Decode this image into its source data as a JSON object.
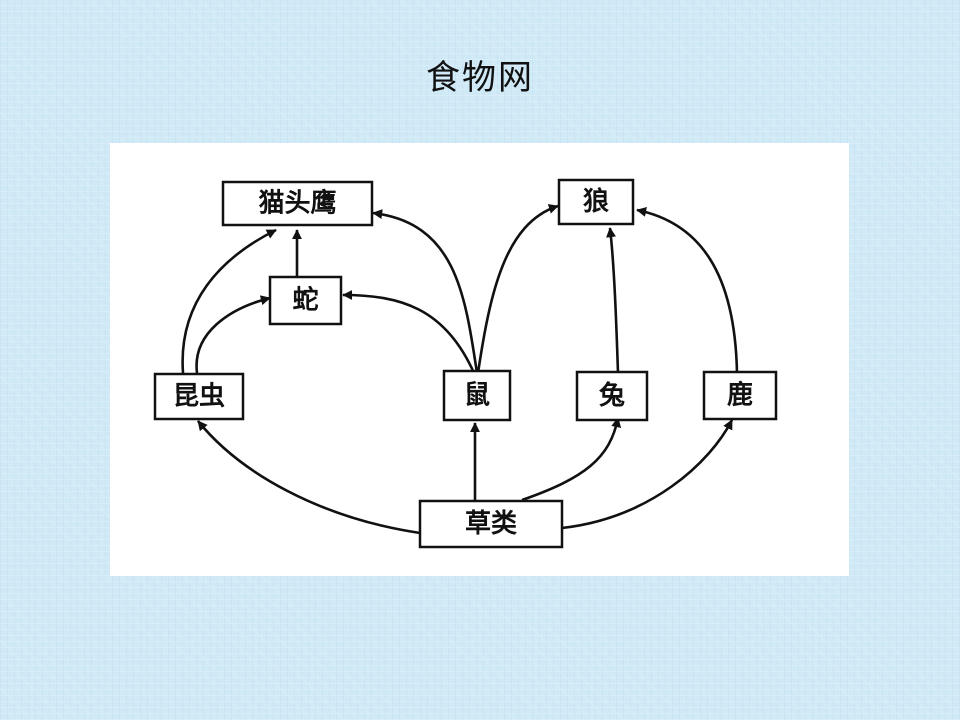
{
  "title": "食物网",
  "diagram": {
    "nodes": [
      {
        "id": "owl",
        "label": "猫头鹰"
      },
      {
        "id": "wolf",
        "label": "狼"
      },
      {
        "id": "snake",
        "label": "蛇"
      },
      {
        "id": "insect",
        "label": "昆虫"
      },
      {
        "id": "mouse",
        "label": "鼠"
      },
      {
        "id": "rabbit",
        "label": "兔"
      },
      {
        "id": "deer",
        "label": "鹿"
      },
      {
        "id": "grass",
        "label": "草类"
      }
    ],
    "edges": [
      {
        "from": "grass",
        "to": "insect"
      },
      {
        "from": "grass",
        "to": "mouse"
      },
      {
        "from": "grass",
        "to": "rabbit"
      },
      {
        "from": "grass",
        "to": "deer"
      },
      {
        "from": "insect",
        "to": "owl"
      },
      {
        "from": "insect",
        "to": "snake"
      },
      {
        "from": "snake",
        "to": "owl"
      },
      {
        "from": "mouse",
        "to": "snake"
      },
      {
        "from": "mouse",
        "to": "owl"
      },
      {
        "from": "mouse",
        "to": "wolf"
      },
      {
        "from": "rabbit",
        "to": "wolf"
      },
      {
        "from": "deer",
        "to": "wolf"
      }
    ]
  }
}
